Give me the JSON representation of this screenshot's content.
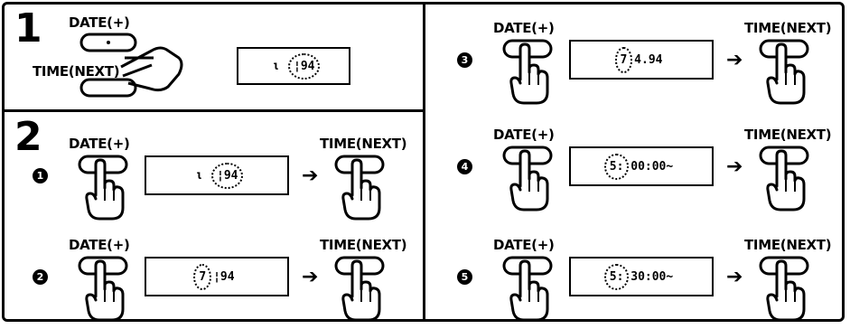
{
  "section1": {
    "number": "1",
    "date_label": "DATE(+)",
    "time_label": "TIME(NEXT)",
    "display": [
      "ι",
      "¦94"
    ]
  },
  "section2": {
    "number": "2",
    "steps": [
      {
        "badge": "1",
        "date_label": "DATE(+)",
        "time_label": "TIME(NEXT)",
        "display_pre": "ι",
        "display_flash": "¦94",
        "display_post": ""
      },
      {
        "badge": "2",
        "date_label": "DATE(+)",
        "time_label": "TIME(NEXT)",
        "display_pre": "",
        "display_flash": "7",
        "display_post": "¦94"
      },
      {
        "badge": "3",
        "date_label": "DATE(+)",
        "time_label": "TIME(NEXT)",
        "display_pre": "",
        "display_flash": "7",
        "display_post": "4.94"
      },
      {
        "badge": "4",
        "date_label": "DATE(+)",
        "time_label": "TIME(NEXT)",
        "display_pre": "",
        "display_flash": "5:",
        "display_post": "00:00~"
      },
      {
        "badge": "5",
        "date_label": "DATE(+)",
        "time_label": "TIME(NEXT)",
        "display_pre": "",
        "display_flash": "5:",
        "display_post": "30:00~"
      }
    ]
  },
  "arrow_glyph": "➔"
}
